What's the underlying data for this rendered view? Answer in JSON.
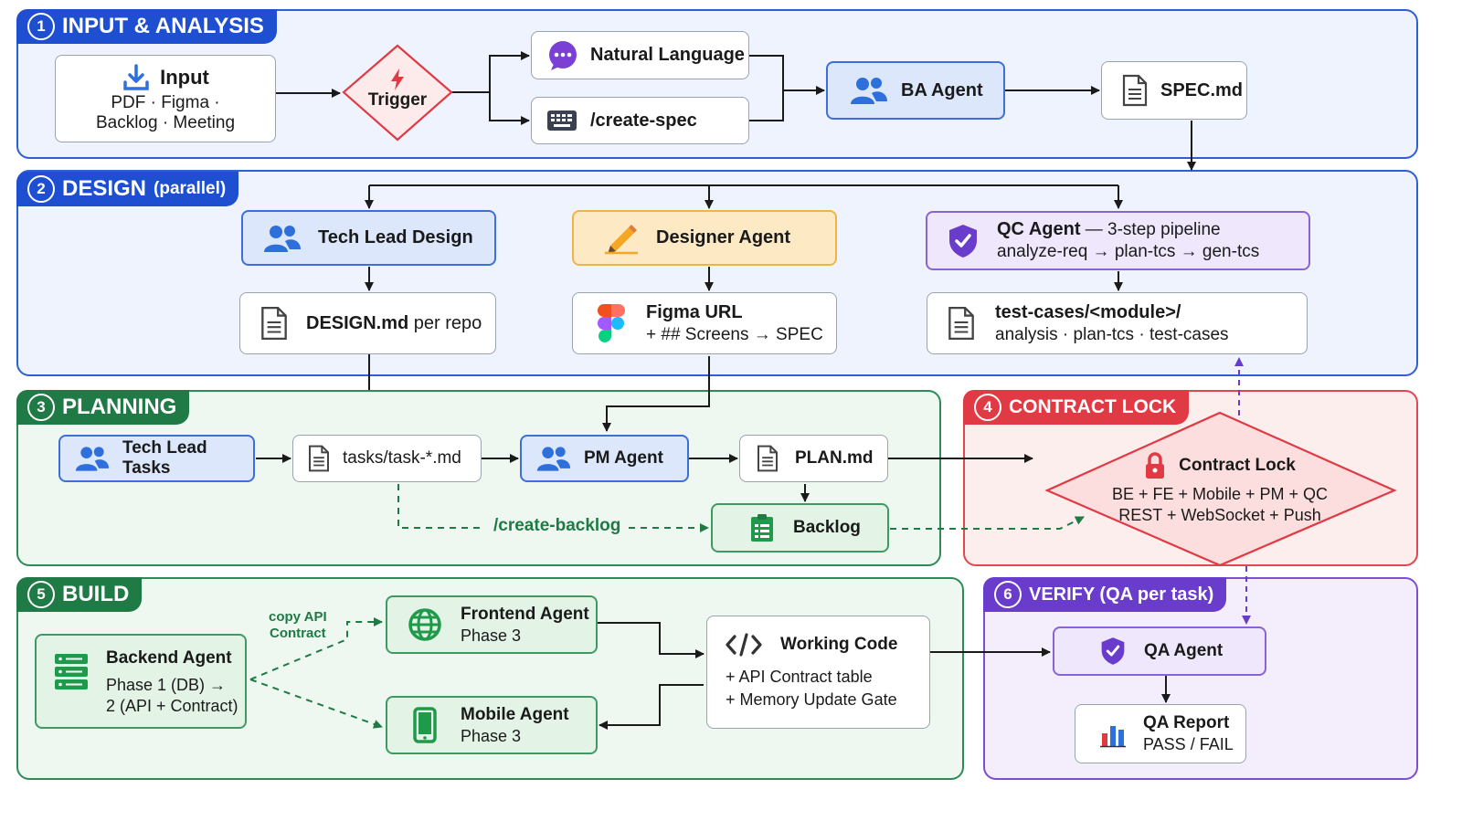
{
  "sections": {
    "s1": {
      "num": "1",
      "title": "INPUT & ANALYSIS"
    },
    "s2": {
      "num": "2",
      "title": "DESIGN",
      "subtitle": "(parallel)"
    },
    "s3": {
      "num": "3",
      "title": "PLANNING"
    },
    "s4": {
      "num": "4",
      "title": "CONTRACT LOCK"
    },
    "s5": {
      "num": "5",
      "title": "BUILD"
    },
    "s6": {
      "num": "6",
      "title": "VERIFY (QA per task)"
    }
  },
  "nodes": {
    "input": {
      "title": "Input",
      "line1": "PDF · Figma ·",
      "line2": "Backlog · Meeting"
    },
    "trigger": {
      "label": "Trigger"
    },
    "natural_language": {
      "label": "Natural Language"
    },
    "create_spec": {
      "label": "/create-spec"
    },
    "ba_agent": {
      "label": "BA Agent"
    },
    "spec_md": {
      "label": "SPEC.md"
    },
    "tech_lead_design": {
      "label": "Tech Lead Design"
    },
    "designer_agent": {
      "label": "Designer Agent"
    },
    "qc_agent": {
      "title": "QC Agent",
      "suffix": " — 3-step pipeline",
      "line2": "analyze-req → plan-tcs → gen-tcs"
    },
    "design_md": {
      "bold": "DESIGN.md",
      "rest": " per repo"
    },
    "figma_url": {
      "title": "Figma URL",
      "line2": "+ ## Screens → SPEC"
    },
    "test_cases": {
      "title": "test-cases/<module>/",
      "line2": "analysis · plan-tcs · test-cases"
    },
    "tech_lead_tasks": {
      "label": "Tech Lead Tasks"
    },
    "tasks_md": {
      "label": "tasks/task-*.md"
    },
    "pm_agent": {
      "label": "PM Agent"
    },
    "plan_md": {
      "label": "PLAN.md"
    },
    "backlog": {
      "label": "Backlog"
    },
    "create_backlog": {
      "label": "/create-backlog"
    },
    "contract_lock": {
      "title": "Contract Lock",
      "line1": "BE + FE + Mobile + PM + QC",
      "line2": "REST + WebSocket + Push"
    },
    "backend_agent": {
      "title": "Backend Agent",
      "line1": "Phase 1 (DB) →",
      "line2": "2 (API + Contract)"
    },
    "copy_api": {
      "line1": "copy API",
      "line2": "Contract"
    },
    "frontend_agent": {
      "title": "Frontend Agent",
      "line2": "Phase 3"
    },
    "mobile_agent": {
      "title": "Mobile Agent",
      "line2": "Phase 3"
    },
    "working_code": {
      "title": "Working Code",
      "line1": "+ API Contract table",
      "line2": "+ Memory Update Gate"
    },
    "qa_agent": {
      "label": "QA Agent"
    },
    "qa_report": {
      "title": "QA Report",
      "line2": "PASS / FAIL"
    }
  },
  "colors": {
    "blue": "#1f4fd1",
    "green": "#1f7a45",
    "red": "#e03a45",
    "purple": "#6a3ccc",
    "arrow": "#1a1a1a"
  }
}
